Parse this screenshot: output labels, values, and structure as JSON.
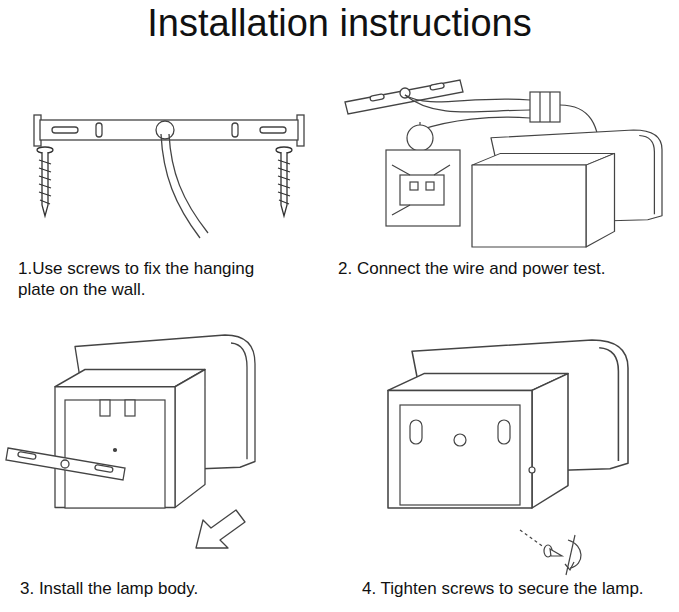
{
  "diagram": {
    "title": "Installation instructions",
    "labels": [
      "1.Use screws to fix the hanging plate on the wall.",
      "2. Connect the wire and power test.",
      "3. Install the lamp body.",
      "4. Tighten screws to secure the lamp."
    ]
  }
}
